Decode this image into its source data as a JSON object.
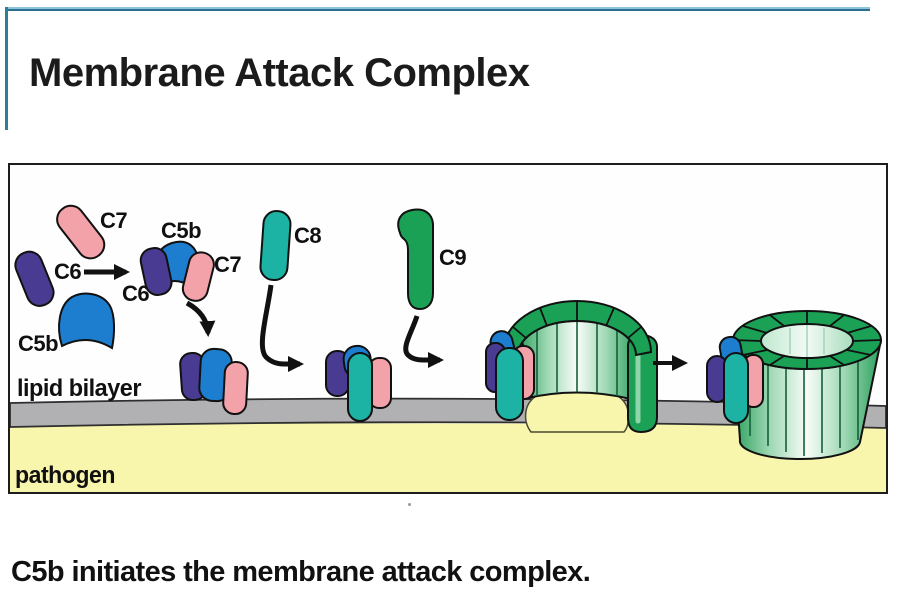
{
  "title": "Membrane Attack Complex",
  "caption": "C5b initiates the membrane attack complex.",
  "panel": {
    "molecules": {
      "c7_free": "C7",
      "c6_free": "C6",
      "c5b_free": "C5b",
      "c5b_complex": "C5b",
      "c6_complex": "C6",
      "c7_complex": "C7",
      "c8": "C8",
      "c9": "C9"
    },
    "membrane_label": "lipid bilayer",
    "pathogen_label": "pathogen"
  },
  "colors": {
    "c5b_blue": "#1d7ed0",
    "c6_purple": "#4a3b92",
    "c7_pink": "#f4a2aa",
    "c8_teal": "#1cb3a5",
    "c9_green": "#1aa156",
    "membrane_gray": "#b1b1b4",
    "pathogen_yellow": "#f8f5ad",
    "header_rule_teal": "#2d7f93",
    "outline_black": "#111111"
  }
}
